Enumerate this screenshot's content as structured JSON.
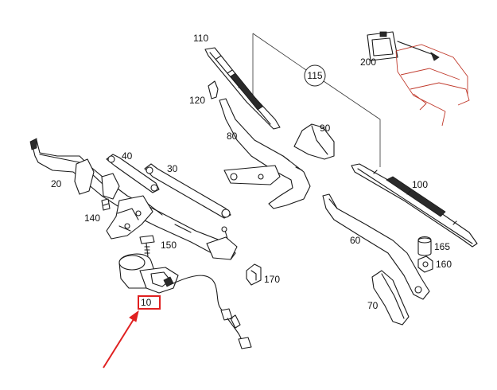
{
  "labels": {
    "p10": "10",
    "p20": "20",
    "p30": "30",
    "p40": "40",
    "p60": "60",
    "p70": "70",
    "p80": "80",
    "p90": "90",
    "p100": "100",
    "p110": "110",
    "p115": "115",
    "p120": "120",
    "p140": "140",
    "p150": "150",
    "p160": "160",
    "p165": "165",
    "p170": "170",
    "p200": "200"
  },
  "colors": {
    "line": "#1a1a1a",
    "highlight": "#e02020",
    "car_outline": "#c0392b"
  },
  "highlighted_part": "p10"
}
